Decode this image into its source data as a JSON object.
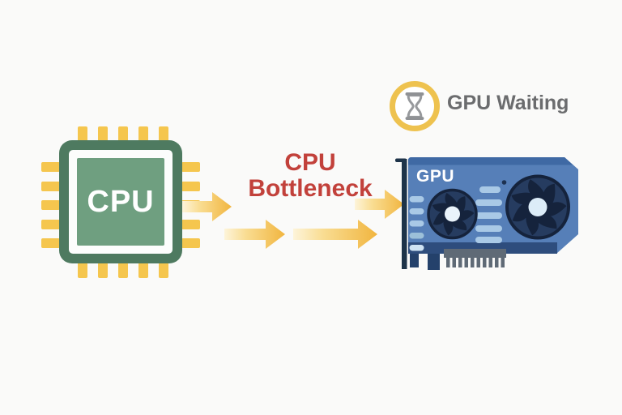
{
  "diagram": {
    "background": "#fafaf9",
    "cpu_chip": {
      "label": "CPU",
      "body_color": "#4e7a60",
      "inner_color": "#6f9f80",
      "pin_color": "#f5c64e"
    },
    "flow": {
      "arrow_count": 4,
      "arrow_color_start": "#fdf4da",
      "arrow_color_end": "#f1b53f",
      "direction": "left-to-right"
    },
    "bottleneck_label": {
      "line1": "CPU",
      "line2": "Bottleneck",
      "color": "#c2413b"
    },
    "gpu_waiting": {
      "label": "GPU Waiting",
      "icon": "hourglass-icon",
      "ring_color": "#eec24f",
      "icon_color": "#97999c",
      "text_color": "#6b6c6e"
    },
    "gpu_card": {
      "label": "GPU",
      "body_color": "#567fb8",
      "top_band_color": "#3f69a4",
      "bottom_band_color": "#2e4d7d",
      "bracket_color": "#1d3349",
      "fan_color": "#16243d",
      "fan_hub_color": "#dcecf8",
      "vent_color": "#a9c9e6",
      "connector_color": "#5f6a76",
      "fan_count": 2
    }
  }
}
